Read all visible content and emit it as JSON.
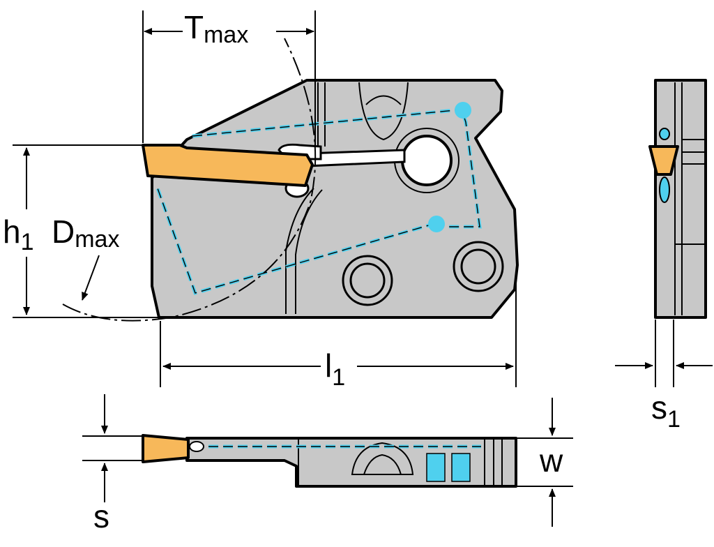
{
  "colors": {
    "body": "#c8c8c8",
    "insert": "#f7b85a",
    "coolant": "#4fd0ee",
    "line": "#000000"
  },
  "labels": {
    "t_max": {
      "main": "T",
      "sub": "max"
    },
    "h1": {
      "main": "h",
      "sub": "1"
    },
    "d_max": {
      "main": "D",
      "sub": "max"
    },
    "l1": {
      "main": "l",
      "sub": "1"
    },
    "s1": {
      "main": "s",
      "sub": "1"
    },
    "w": "w",
    "s": "s"
  }
}
